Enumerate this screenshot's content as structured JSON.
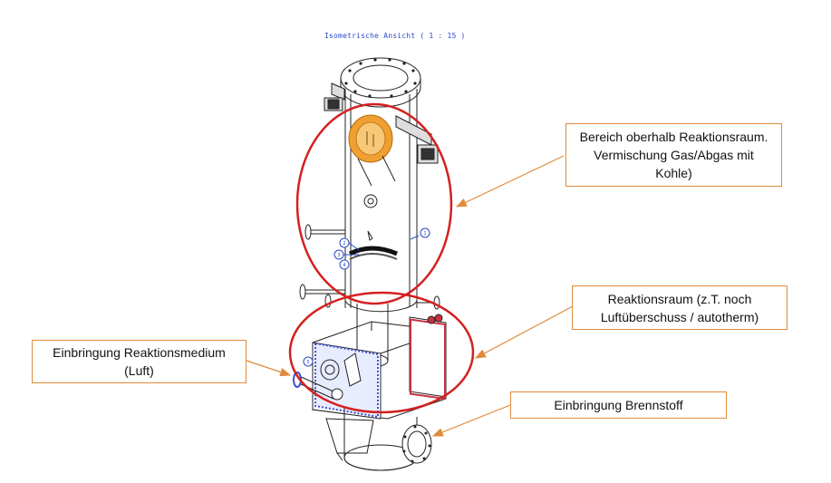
{
  "view_title": "Isometrische Ansicht ( 1 : 15 )",
  "callouts": {
    "upper": "Bereich oberhalb Reaktionsraum.\nVermischung Gas/Abgas mit\nKohle)",
    "reaction": "Reaktionsraum (z.T. noch\nLuftüberschuss / autotherm)",
    "medium": "Einbringung Reaktionsmedium\n(Luft)",
    "fuel": "Einbringung Brennstoff"
  },
  "balloons": {
    "b1": "1",
    "b2": "2",
    "b3": "3",
    "b4": "4",
    "b5": "5"
  },
  "colors": {
    "ellipse": "#d42020",
    "arrow": "#e08a3c",
    "flange_orange": "#f0a030",
    "flange_blue": "#3a4fd0",
    "balloon": "#2b47c9",
    "plate_red": "#c83040"
  }
}
